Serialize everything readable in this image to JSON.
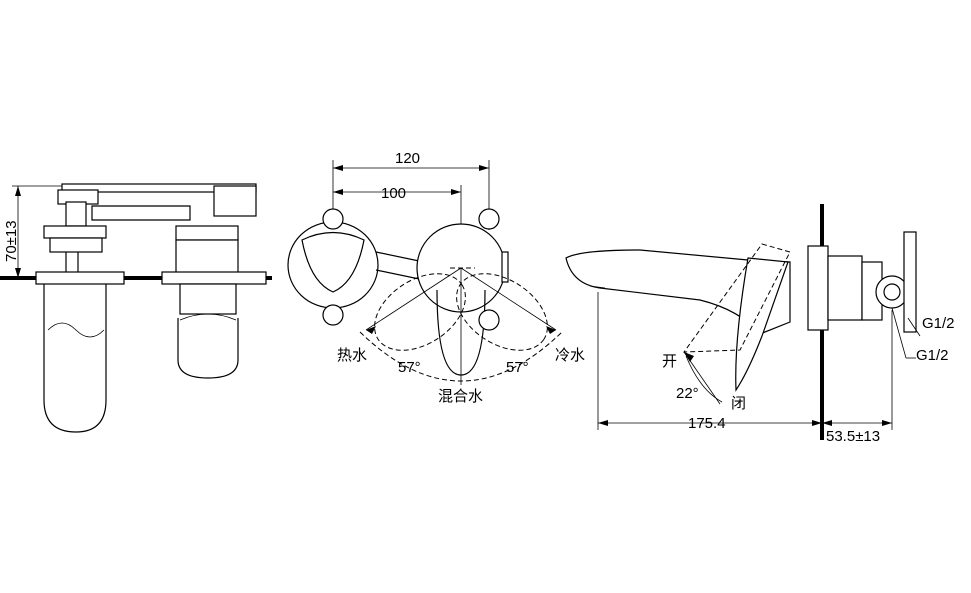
{
  "front_view": {
    "height_dim": "70±13"
  },
  "top_view": {
    "width_dim_outer": "120",
    "width_dim_inner": "100",
    "hot_label": "热水",
    "cold_label": "冷水",
    "mix_label": "混合水",
    "angle_left": "57°",
    "angle_right": "57°"
  },
  "side_view": {
    "open_label": "开",
    "close_label": "闭",
    "tilt_angle": "22°",
    "spout_length_dim": "175.4",
    "depth_dim": "53.5±13",
    "thread_upper": "G1/2",
    "thread_lower": "G1/2"
  }
}
